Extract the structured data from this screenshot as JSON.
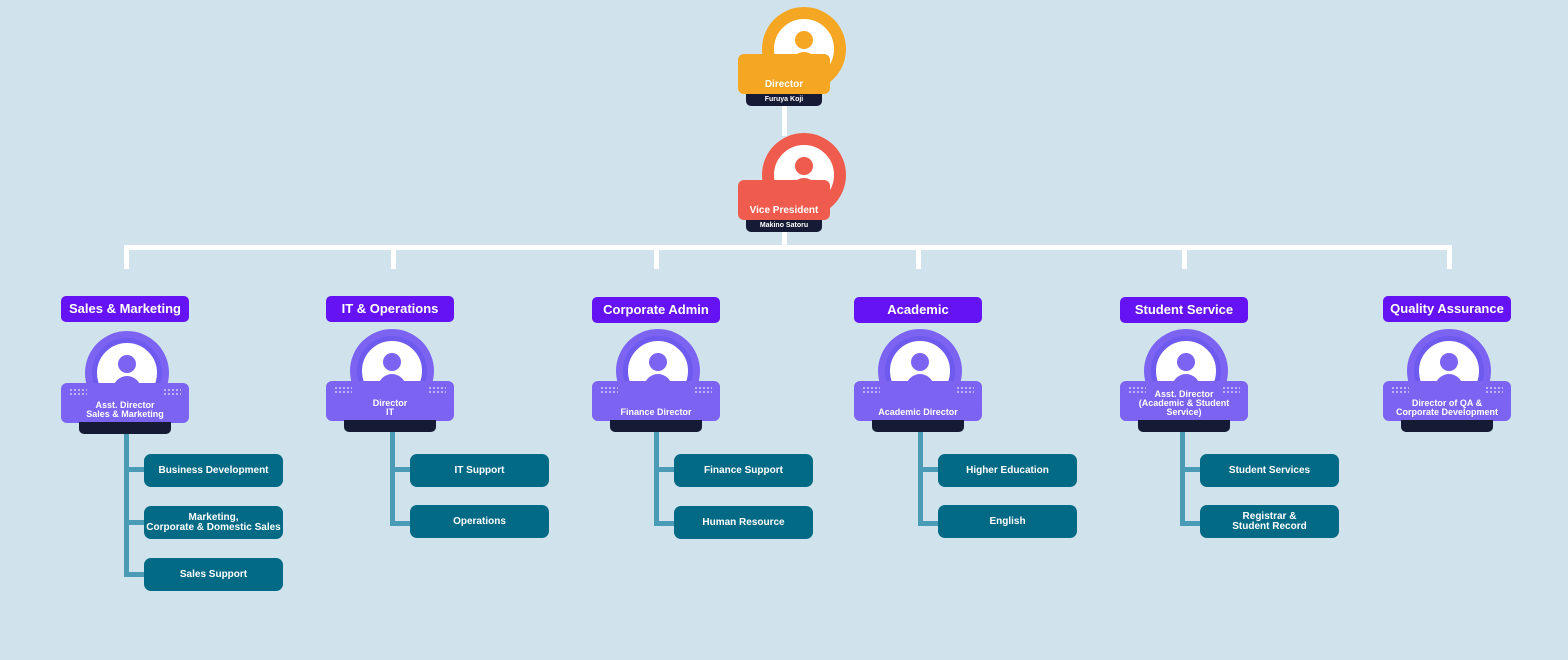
{
  "colors": {
    "background": "#d0e3ec",
    "director": "#f5a623",
    "vice_president": "#ef5b4c",
    "department": "#7c63f2",
    "department_label": "#6513f5",
    "sub_unit": "#026a85",
    "name_plate": "#151a35",
    "connector": "#4a9bb5"
  },
  "director": {
    "title": "Director",
    "name": "Furuya Koji",
    "icon": "person-icon"
  },
  "vice_president": {
    "title": "Vice President",
    "name": "Makino Satoru",
    "icon": "person-icon"
  },
  "departments": [
    {
      "label": "Sales & Marketing",
      "head": "Asst. Director\nSales & Marketing",
      "units": [
        "Business Development",
        "Marketing,\nCorporate & Domestic Sales",
        "Sales Support"
      ]
    },
    {
      "label": "IT & Operations",
      "head": "Director\nIT",
      "units": [
        "IT Support",
        "Operations"
      ]
    },
    {
      "label": "Corporate Admin",
      "head": "Finance Director",
      "units": [
        "Finance Support",
        "Human Resource"
      ]
    },
    {
      "label": "Academic",
      "head": "Academic Director",
      "units": [
        "Higher Education",
        "English"
      ]
    },
    {
      "label": "Student Service",
      "head": "Asst. Director\n(Academic & Student Service)",
      "units": [
        "Student Services",
        "Registrar &\nStudent Record"
      ]
    },
    {
      "label": "Quality Assurance",
      "head": "Director of QA &\nCorporate Development",
      "units": []
    }
  ]
}
